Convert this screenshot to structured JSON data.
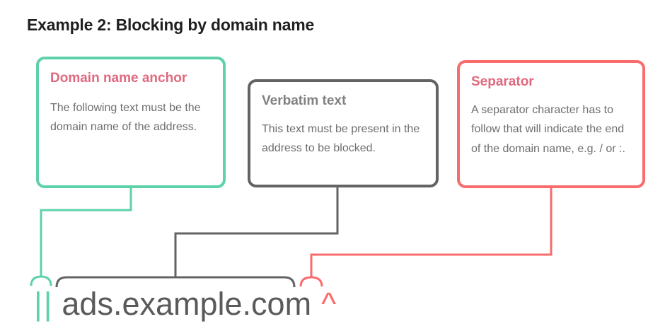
{
  "title": "Example 2: Blocking by domain name",
  "colors": {
    "anchor_green": "#5FD1A8",
    "verbatim_gray": "#636363",
    "separator_red": "#FA6B6B",
    "heading_rose": "#E0697F",
    "heading_gray": "#808080",
    "body_gray": "#6E6E6E",
    "title_black": "#1F1F1F",
    "domain_text_gray": "#5A5A5A",
    "background": "#FFFFFF"
  },
  "callouts": [
    {
      "id": "domain-name-anchor",
      "heading": "Domain name anchor",
      "body": "The following text must be the domain name of the address.",
      "border_color": "#5FD1A8",
      "heading_color": "#E0697F"
    },
    {
      "id": "verbatim-text",
      "heading": "Verbatim text",
      "body": "This text must be present in the address to be blocked.",
      "border_color": "#636363",
      "heading_color": "#808080"
    },
    {
      "id": "separator",
      "heading": "Separator",
      "body": "A separator character has to follow that will indicate the end of the domain name, e.g. / or :.",
      "border_color": "#FA6B6B",
      "heading_color": "#E0697F"
    }
  ],
  "expression": {
    "full": "||ads.example.com^",
    "tokens": [
      {
        "id": "anchor",
        "text": "||",
        "color": "#5FD1A8",
        "describes": "domain-name-anchor"
      },
      {
        "id": "domain",
        "text": "ads.example.com",
        "color": "#5A5A5A",
        "describes": "verbatim-text"
      },
      {
        "id": "separator",
        "text": "^",
        "color": "#FA6B6B",
        "describes": "separator"
      }
    ]
  }
}
